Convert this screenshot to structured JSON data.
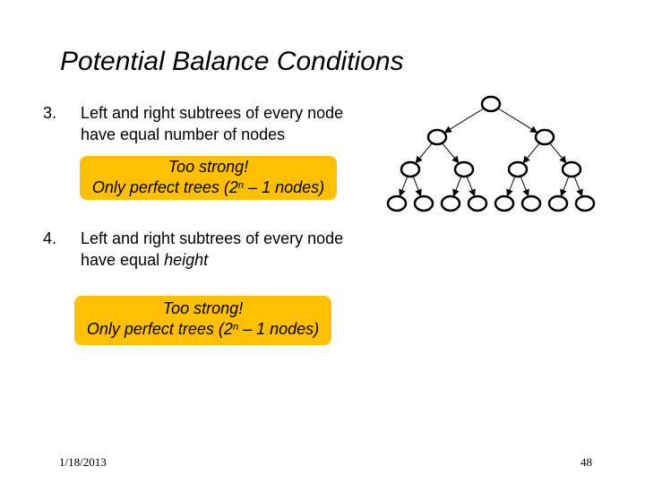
{
  "slide": {
    "title": "Potential Balance Conditions",
    "items": [
      {
        "number": "3.",
        "line1": "Left and right subtrees of every node",
        "line2_plain": "have equal number of nodes",
        "line2_italic": ""
      },
      {
        "number": "4.",
        "line1": "Left and right subtrees of every node",
        "line2_plain": "have equal ",
        "line2_italic": "height"
      }
    ],
    "callouts": [
      {
        "line1": "Too strong!",
        "line2_before": "Only perfect trees (2",
        "sup": "n",
        "line2_after": " – 1 nodes)"
      },
      {
        "line1": "Too strong!",
        "line2_before": "Only perfect trees (2",
        "sup": "n",
        "line2_after": " – 1 nodes)"
      }
    ],
    "footer": {
      "date": "1/18/2013",
      "page": "48"
    },
    "colors": {
      "callout_fill": "#ffc000"
    }
  }
}
